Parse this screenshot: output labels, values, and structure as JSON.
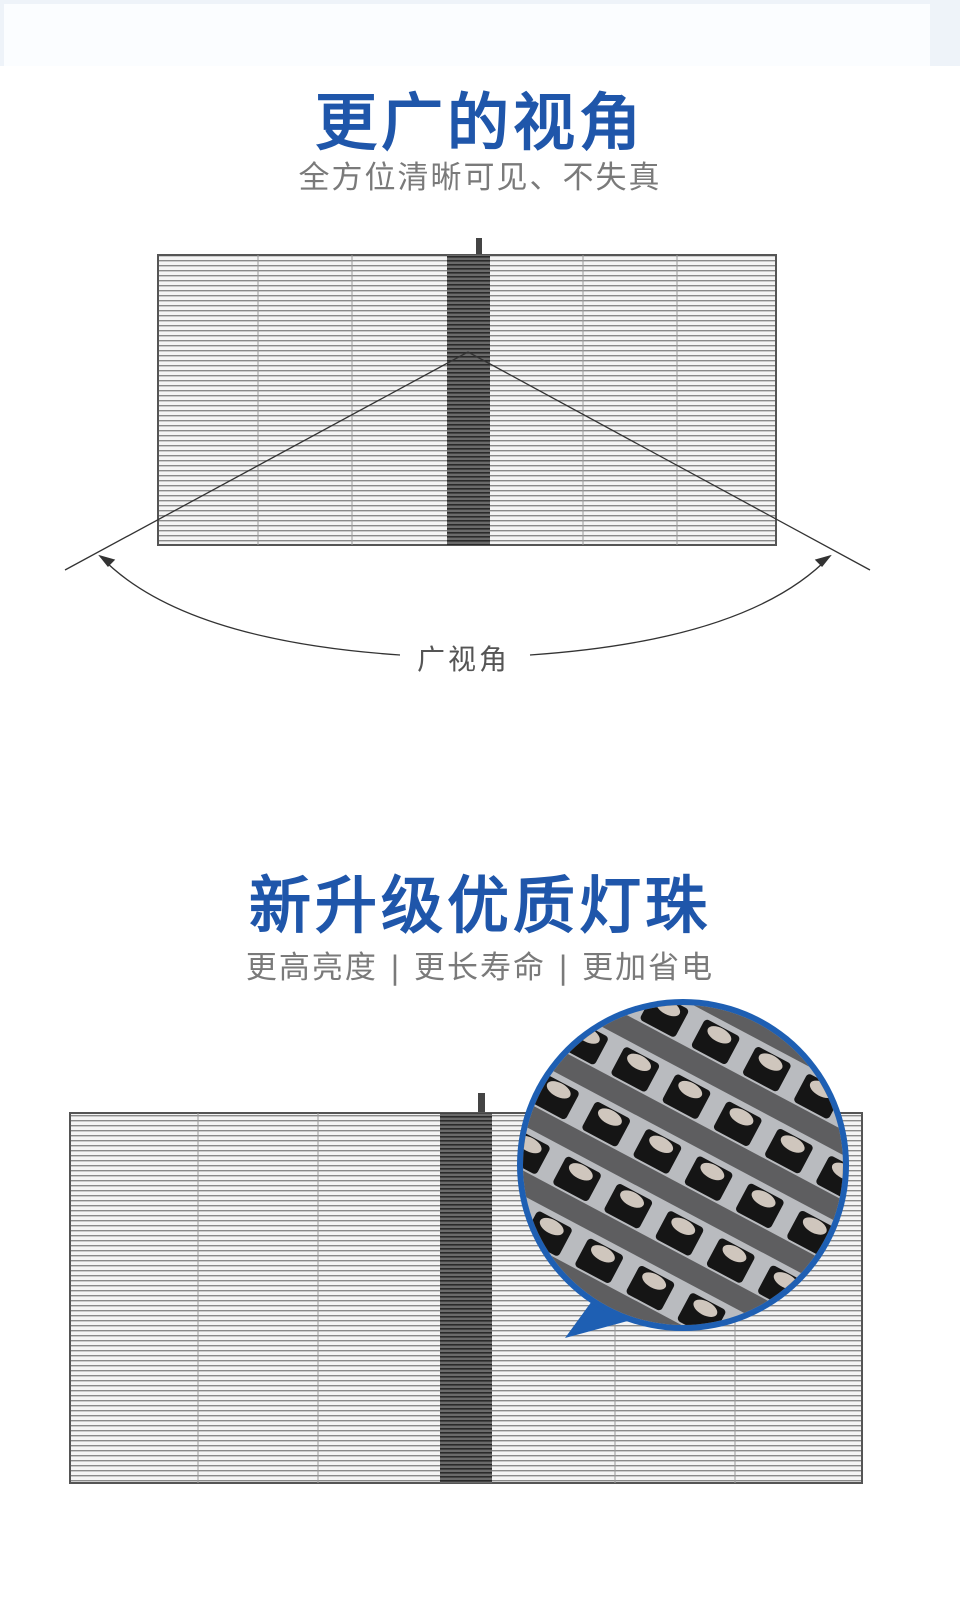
{
  "section1": {
    "title": "更广的视角",
    "subtitle": "全方位清晰可见、不失真",
    "angle_label": "广视角"
  },
  "section2": {
    "title": "新升级优质灯珠",
    "subtitle": "更高亮度 | 更长寿命 | 更加省电"
  },
  "colors": {
    "accent": "#1f56aa",
    "subtitle": "#7a7a7a",
    "bubble": "#1e5fb3"
  }
}
